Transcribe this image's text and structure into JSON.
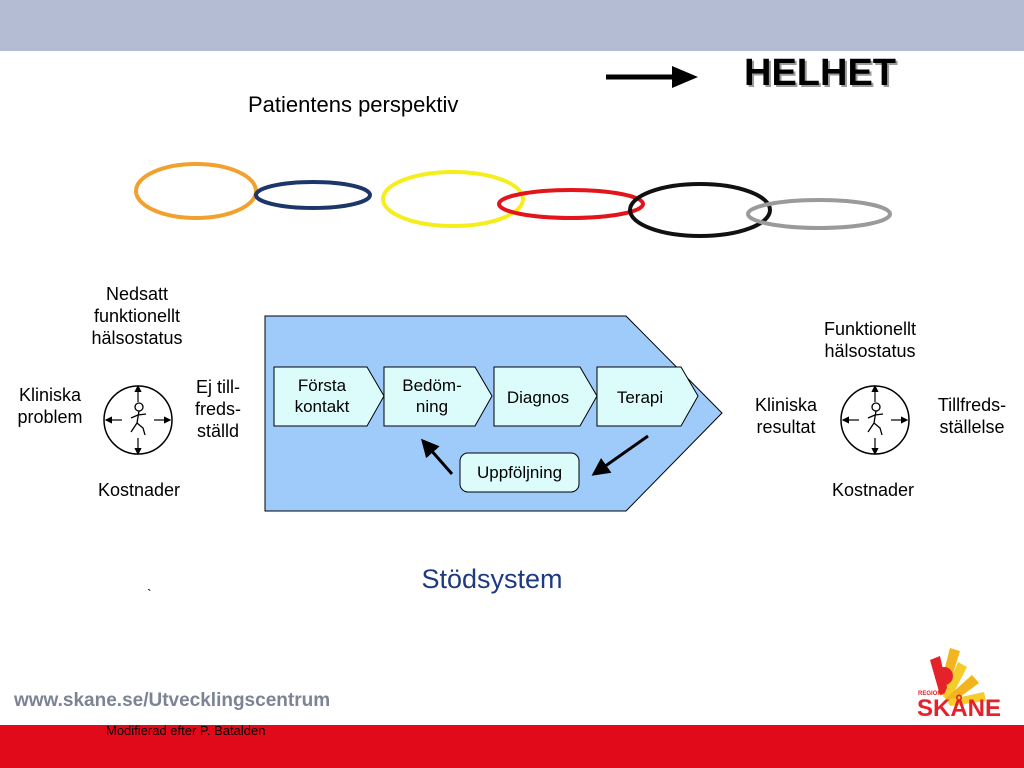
{
  "title": {
    "helhet": "HELHET",
    "patient_perspective": "Patientens perspektiv",
    "support_system": "Stödsystem"
  },
  "left_compass": {
    "top_lines": [
      "Nedsatt",
      "funktionellt",
      "hälsostatus"
    ],
    "left_lines": [
      "Kliniska",
      "problem"
    ],
    "right_lines": [
      "Ej till-",
      "freds-",
      "ställd"
    ],
    "bottom": "Kostnader"
  },
  "right_compass": {
    "top_lines": [
      "Funktionellt",
      "hälsostatus"
    ],
    "left_lines": [
      "Kliniska",
      "resultat"
    ],
    "right_lines": [
      "Tillfreds-",
      "ställelse"
    ],
    "bottom": "Kostnader"
  },
  "process": {
    "steps": [
      {
        "lines": [
          "Första",
          "kontakt"
        ]
      },
      {
        "lines": [
          "Bedöm-",
          "ning"
        ]
      },
      {
        "lines": [
          "Diagnos"
        ]
      },
      {
        "lines": [
          "Terapi"
        ]
      }
    ],
    "follow_up": "Uppföljning"
  },
  "rings": [
    {
      "color": "#f2a12e"
    },
    {
      "color": "#1c3669"
    },
    {
      "color": "#f6ee1c"
    },
    {
      "color": "#e3151b"
    },
    {
      "color": "#111111"
    },
    {
      "color": "#9a9a9a"
    }
  ],
  "footer": {
    "url": "www.skane.se/Utvecklingscentrum",
    "credit": "Modifierad efter  P. Batalden",
    "stray_mark": "`"
  },
  "logo": {
    "region": "REGION",
    "name": "SKÅNE"
  },
  "colors": {
    "top_band": "#b3bcd3",
    "bottom_band": "#e00a1a",
    "process_fill": "#9fcbfb",
    "step_fill": "#dcfcfc",
    "support_text": "#1d3a82",
    "url_text": "#7b8395"
  }
}
